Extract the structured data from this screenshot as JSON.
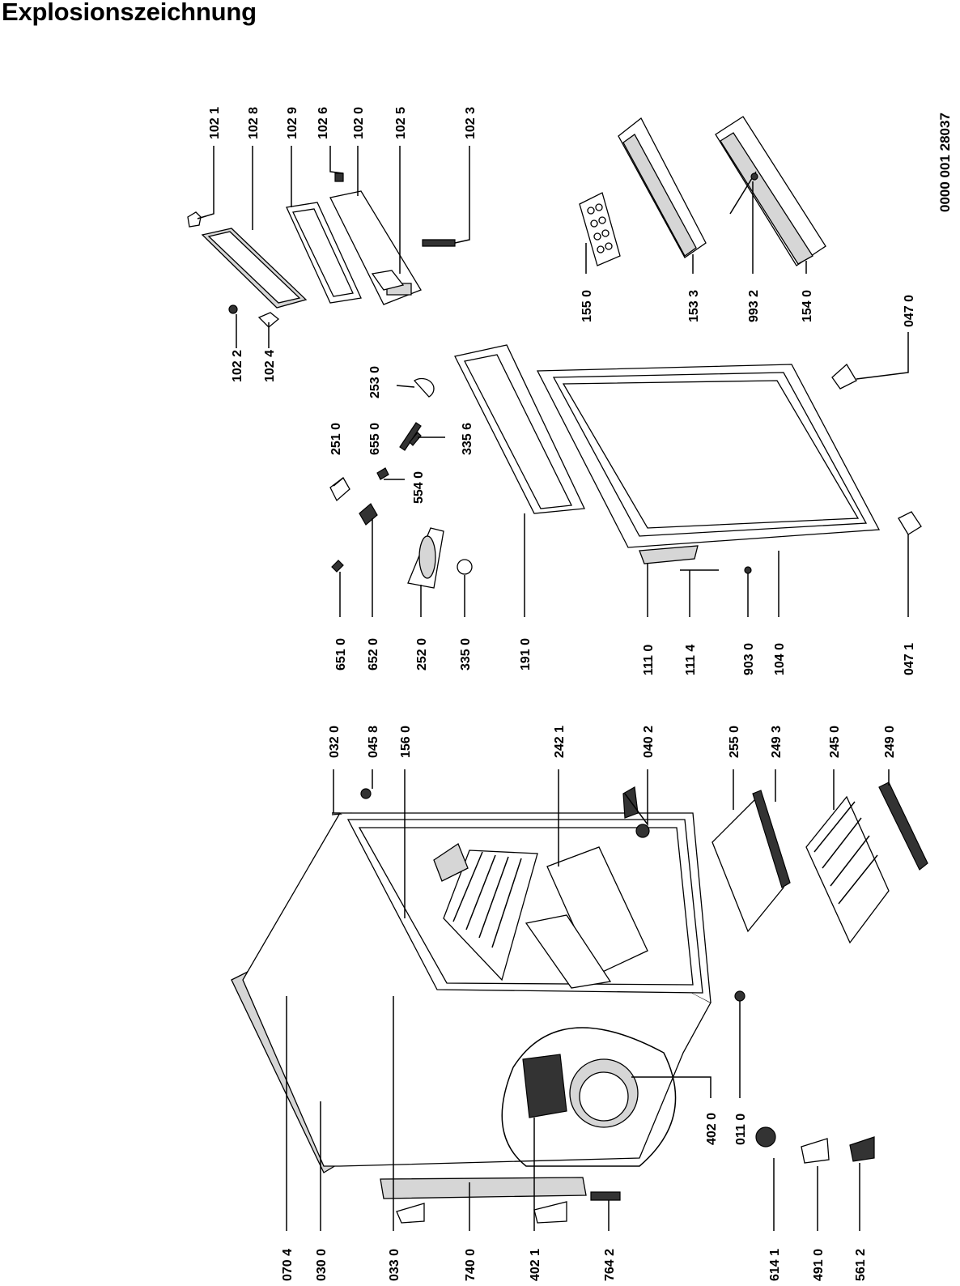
{
  "title": "Explosionszeichnung",
  "document_number": "0000 001 28037",
  "part_numbers": [
    "102 1",
    "102 8",
    "102 9",
    "102 6",
    "102 0",
    "102 5",
    "102 3",
    "102 2",
    "102 4",
    "155 0",
    "153 3",
    "993 2",
    "154 0",
    "047 0",
    "253 0",
    "655 0",
    "335 6",
    "251 0",
    "554 0",
    "651 0",
    "652 0",
    "252 0",
    "335 0",
    "191 0",
    "111 0",
    "111 4",
    "903 0",
    "104 0",
    "047 1",
    "032 0",
    "045 8",
    "156 0",
    "242 1",
    "040 2",
    "255 0",
    "249 3",
    "245 0",
    "249 0",
    "402 0",
    "011 0",
    "070 4",
    "030 0",
    "033 0",
    "740 0",
    "402 1",
    "764 2",
    "614 1",
    "491 0",
    "561 2"
  ]
}
